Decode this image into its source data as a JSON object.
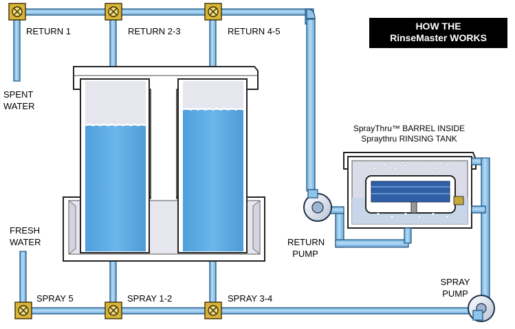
{
  "title": {
    "line1": "HOW THE",
    "line2": "RinseMaster WORKS"
  },
  "labels": {
    "return_1": "RETURN 1",
    "return_2_3": "RETURN 2-3",
    "return_4_5": "RETURN 4-5",
    "spent_water_1": "SPENT",
    "spent_water_2": "WATER",
    "fresh_water_1": "FRESH",
    "fresh_water_2": "WATER",
    "spray_5": "SPRAY 5",
    "spray_1_2": "SPRAY 1-2",
    "spray_3_4": "SPRAY 3-4",
    "return_pump_1": "RETURN",
    "return_pump_2": "PUMP",
    "spray_pump_1": "SPRAY",
    "spray_pump_2": "PUMP",
    "barrel_1": "SprayThru™ BARREL INSIDE",
    "barrel_2": "Spraythru RINSING TANK"
  },
  "colors": {
    "pipe": "#8cc4ea",
    "pipe_outline": "#1b4f7a",
    "water": "#5aaae0",
    "tank_interior": "#e6e6ef",
    "tank_wall": "#ffffff",
    "valve": "#d9b43a",
    "title_bg": "#000000",
    "title_text": "#ffffff"
  }
}
